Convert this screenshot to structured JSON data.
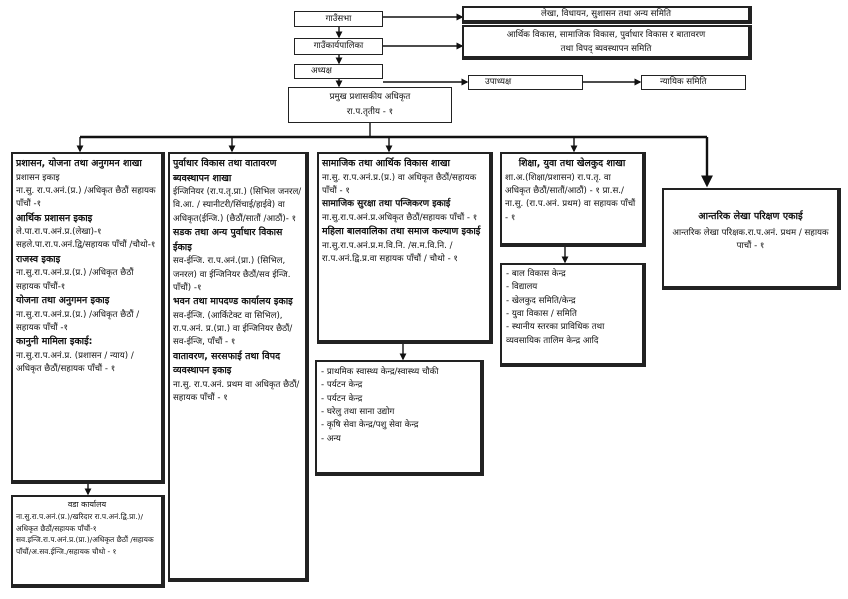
{
  "top": {
    "gaunsabha": "गाउँसभा",
    "gaunsabha_committee": "लेखा, विधायन, सुशासन तथा अन्य समिति",
    "karyapalika": "गाउँकार्यपालिका",
    "karyapalika_committee_1": "आर्थिक विकास, सामाजिक विकास, पुर्वाधार विकास र बातावरण",
    "karyapalika_committee_2": "तथा विपद्  ब्यवस्थापन समिति",
    "adhyaksha": "अध्यक्ष",
    "upadhyaksha": "उपाध्यक्ष",
    "nyayik": "न्यायिक समिति",
    "cao_1": "प्रमुख प्रशासकीय अधिकृत",
    "cao_2": "रा.प.तृतीय - १"
  },
  "col1": {
    "title": "प्रशासन, योजना तथा अनुगमन शाखा",
    "l1": "प्रशासन इकाइ",
    "l2": "ना.सु. रा.प.अनं.(प्र.) /अधिकृत छैठौं सहायक पाँचौं -१",
    "h2": "आर्थिक प्रशासन इकाइ",
    "l3": "ले.पा.रा.प.अनं.प्र.(लेखा)-१ सहले.पा.रा.प.अनं.द्वि/सहायक पाँचौं /चौथो-१",
    "h3": "राजस्व इकाइ",
    "l4": "ना.सु.रा.प.अनं.प्र.(प्र.) /अधिकृत छैठौं सहायक पाँचौं-१",
    "h4": "योजना तथा अनुगमन इकाइ",
    "l5": "ना.सु.रा.प.अनं.प्र.(प्र.) /अधिकृत छैठौं /सहायक पाँचौं -१",
    "h5": "कानुनी मामिला इकाई:",
    "l6": "ना.सु.रा.प.अनं.प्र. (प्रशासन / न्याय) /अधिकृत छैठौं/सहायक पाँचौं - १"
  },
  "wada": {
    "title": "वडा कार्यालय",
    "text": "ना.सु.रा.प.अनं.(प्र.)/खरिदार रा.प.अनं.द्वि.प्रा.)/अधिकृत छैठौं/सहायक पाँचौं-१ सव.इन्जि.रा.प.अनं.प्र.(प्रा.)/अधिकृत छैठौं /सहायक पाँचौं/अ.सव.ईन्जि./सहायक चौथो - १"
  },
  "col2": {
    "title": "पुर्वाधार विकास तथा वातावरण ब्यवस्थापन शाखा",
    "l1": "ईन्जिनियर (रा.प.तृ.प्रा.) (सिभिल जनरल/वि.आ. / स्यानीटरी/सिंचाई/हाईवे) वा अधिकृत(ईन्जि.) (छैठौं/सातौं /आठौं)- १",
    "h2": "सडक तथा अन्य पुर्वाधार विकास ईकाइ",
    "l2": "सव-ईन्जि. रा.प.अनं.(प्रा.) (सिभिल, जनरल) वा ईन्जिनियर छैठौं/सव ईन्जि. पाँचौं) -१",
    "h3": "भवन तथा मापदण्ड कार्यालय इकाइ",
    "l3": "सव-ईन्जि. (आर्किटेक्ट वा सिभिल), रा.प.अनं. प्र.(प्रा.) वा ईन्जिनियर छैठौं/सव-ईन्जि, पाँचौं - १",
    "h4": "वातावरण, सरसफाई तथा विपद व्यवस्थापन इकाइ",
    "l4": "ना.सु. रा.प.अनं. प्रथम वा अधिकृत छैठौं/सहायक पाँचौं - १"
  },
  "col3": {
    "title": "सामाजिक तथा आर्थिक विकास शाखा",
    "l1": "ना.सु. रा.प.अनं.प्र.(प्र.) वा अधिकृत छैठौं/सहायक पाँचौं - १",
    "h2": "सामाजिक सुरक्षा तथा पन्जिकरण इकाई",
    "l2": "ना.सु.रा.प.अनं.प्र.अधिकृत छैठौं/सहायक पाँचौं - १",
    "h3": "महिला बालवालिका तथा समाज कल्याण इकाई",
    "l3": "ना.सु.रा.प.अनं.प्र.म.वि.नि. /स.म.वि.नि. /रा.प.अनं.द्वि.प्र.वा सहायक पाँचौं / चौथो - १"
  },
  "col3_list": [
    "- प्राथमिक स्वास्थ्य केन्द्र/स्वास्थ्य चौकी",
    "- पर्यटन केन्द्र",
    "- पर्यटन केन्द्र",
    "- घरेलु तथा साना उद्योग",
    "- कृषि सेवा केन्द्र/पशु सेवा केन्द्र",
    "- अन्य"
  ],
  "col4": {
    "title": "शिक्षा, युवा तथा खेलकुद शाखा",
    "l1": "शा.अ.(शिक्षा/प्रशासन) रा.प.तृ. वा अधिकृत छैठौं/सातौं/आठौं) - १ प्रा.स./ना.सु. (रा.प.अनं. प्रथम) वा सहायक पाँचौं - १"
  },
  "col4_list": [
    "- बाल विकास केन्द्र",
    "- विद्यालय",
    "- खेलकुद समिति/केन्द्र",
    "- युवा विकास  /  समिति",
    "- स्थानीय स्तरका प्राविधिक तथा व्यवसायिक तालिम केन्द्र आदि"
  ],
  "audit": {
    "title": "आन्तरिक लेखा परिक्षण एकाई",
    "text": "आन्तरिक लेखा परिक्षक.रा.प.अनं. प्रथम / सहायक पाचौं - १"
  }
}
